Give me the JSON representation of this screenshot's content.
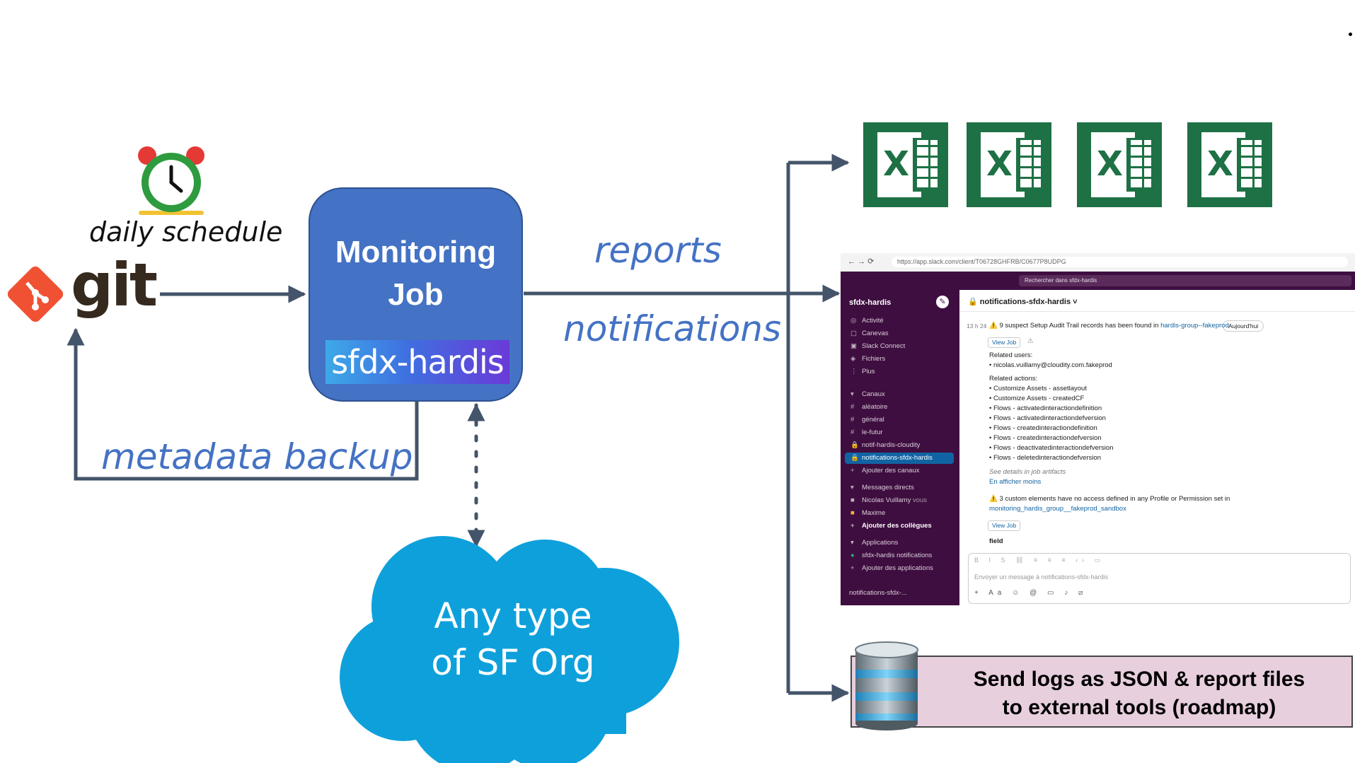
{
  "labels": {
    "daily_schedule": "daily schedule",
    "git": "git",
    "reports": "reports",
    "notifications": "notifications",
    "metadata_backup": "metadata backup"
  },
  "job": {
    "title_line1": "Monitoring",
    "title_line2": "Job",
    "logo": "sfdx-hardis"
  },
  "cloud": {
    "line1": "Any type",
    "line2": "of SF Org"
  },
  "excel": {
    "letter": "X",
    "count": 4
  },
  "logs": {
    "line1": "Send logs as JSON & report files",
    "line2": "to external tools (roadmap)"
  },
  "slack": {
    "url": "https://app.slack.com/client/T06728GHFRB/C0677P8UDPG",
    "search": "Rechercher dans sfdx-hardis",
    "workspace": "sfdx-hardis",
    "nav": [
      "Activité",
      "Canevas",
      "Slack Connect",
      "Fichiers",
      "Plus"
    ],
    "channels_header": "Canaux",
    "channels": [
      "aléatoire",
      "général",
      "le-futur",
      "notif-hardis-cloudity",
      "notifications-sfdx-hardis"
    ],
    "add_channels": "Ajouter des canaux",
    "dm_header": "Messages directs",
    "dms": [
      "Nicolas Vuillamy",
      "Maxime"
    ],
    "dm_you": "vous",
    "add_colleagues": "Ajouter des collègues",
    "apps_header": "Applications",
    "apps": [
      "sfdx-hardis notifications"
    ],
    "add_apps": "Ajouter des applications",
    "footer": "notifications-sfdx-...",
    "channel_title": "notifications-sfdx-hardis",
    "time": "13 h 24",
    "day_pill": "Aujourd'hui",
    "msg1_text": "9 suspect Setup Audit Trail records has been found in",
    "msg1_link": "hardis-group--fakeprod",
    "view_job": "View Job",
    "related_users": "Related users:",
    "user": "• nicolas.vuillamy@cloudity.com.fakeprod",
    "related_actions": "Related actions:",
    "actions": [
      "• Customize Assets - assetlayout",
      "• Customize Assets - createdCF",
      "• Flows - activatedinteractiondefinition",
      "• Flows - activatedinteractiondefversion",
      "• Flows - createdinteractiondefinition",
      "• Flows - createdinteractiondefversion",
      "• Flows - deactivatedinteractiondefversion",
      "• Flows - deletedinteractiondefversion"
    ],
    "see_details": "See details in job artifacts",
    "show_less": "En afficher moins",
    "msg2_text": "3 custom elements have no access defined in any Profile or Permission set in",
    "msg2_link": "monitoring_hardis_group__fakeprod_sandbox",
    "field": "field",
    "composer_placeholder": "Envoyer un message à notifications-sfdx-hardis"
  }
}
